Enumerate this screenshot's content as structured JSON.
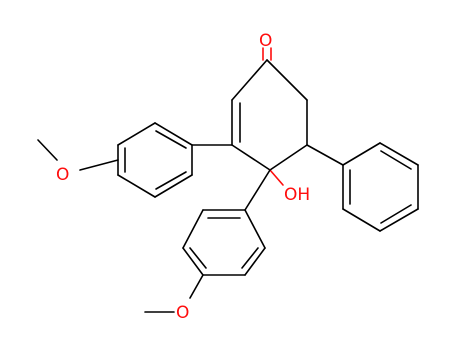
{
  "molecule": {
    "labels": {
      "ketone_o": "O",
      "hydroxyl": "OH",
      "methoxy_upper_o": "O",
      "methoxy_lower_o": "O"
    },
    "colors": {
      "bond": "#000000",
      "oxygen": "#ff0d0d"
    }
  }
}
